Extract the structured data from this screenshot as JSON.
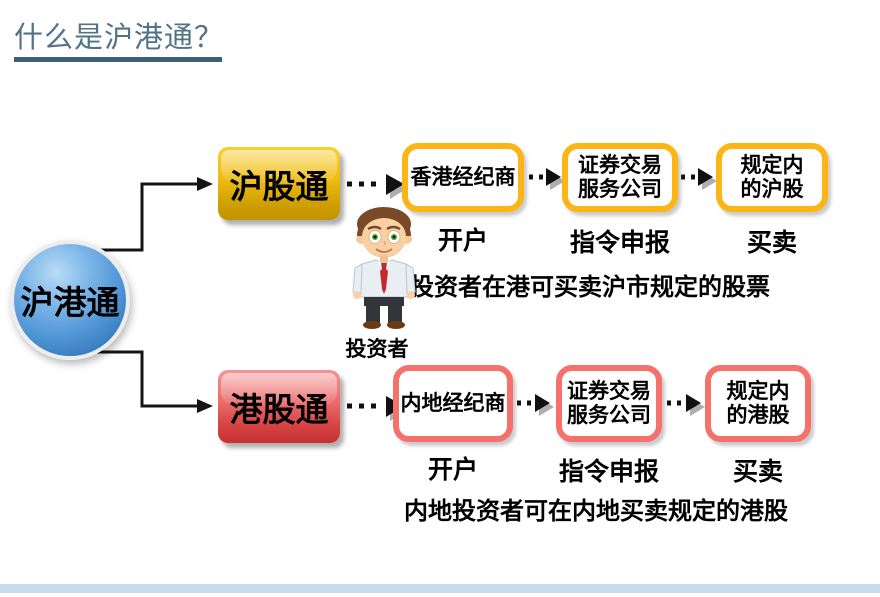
{
  "slide": {
    "title": "什么是沪港通？",
    "title_color": "#517287",
    "underline_color": "#3c6078",
    "footer_bar_color": "#c9dae9"
  },
  "hub": {
    "label": "沪港通",
    "color": "#4f95d6"
  },
  "branches": [
    {
      "name": "沪股通",
      "accent_color": "#FBB616",
      "steps": [
        {
          "lines": [
            "香港经纪商"
          ],
          "label": "开户"
        },
        {
          "lines": [
            "证券交易",
            "服务公司"
          ],
          "label": "指令申报"
        },
        {
          "lines": [
            "规定内",
            "的沪股"
          ],
          "label": "买卖"
        }
      ],
      "note": "投资者在港可买卖沪市规定的股票"
    },
    {
      "name": "港股通",
      "accent_color": "#F4726B",
      "steps": [
        {
          "lines": [
            "内地经纪商"
          ],
          "label": "开户"
        },
        {
          "lines": [
            "证券交易",
            "服务公司"
          ],
          "label": "指令申报"
        },
        {
          "lines": [
            "规定内",
            "的港股"
          ],
          "label": "买卖"
        }
      ],
      "note": "内地投资者可在内地买卖规定的港股"
    }
  ],
  "investor": {
    "label": "投资者"
  }
}
